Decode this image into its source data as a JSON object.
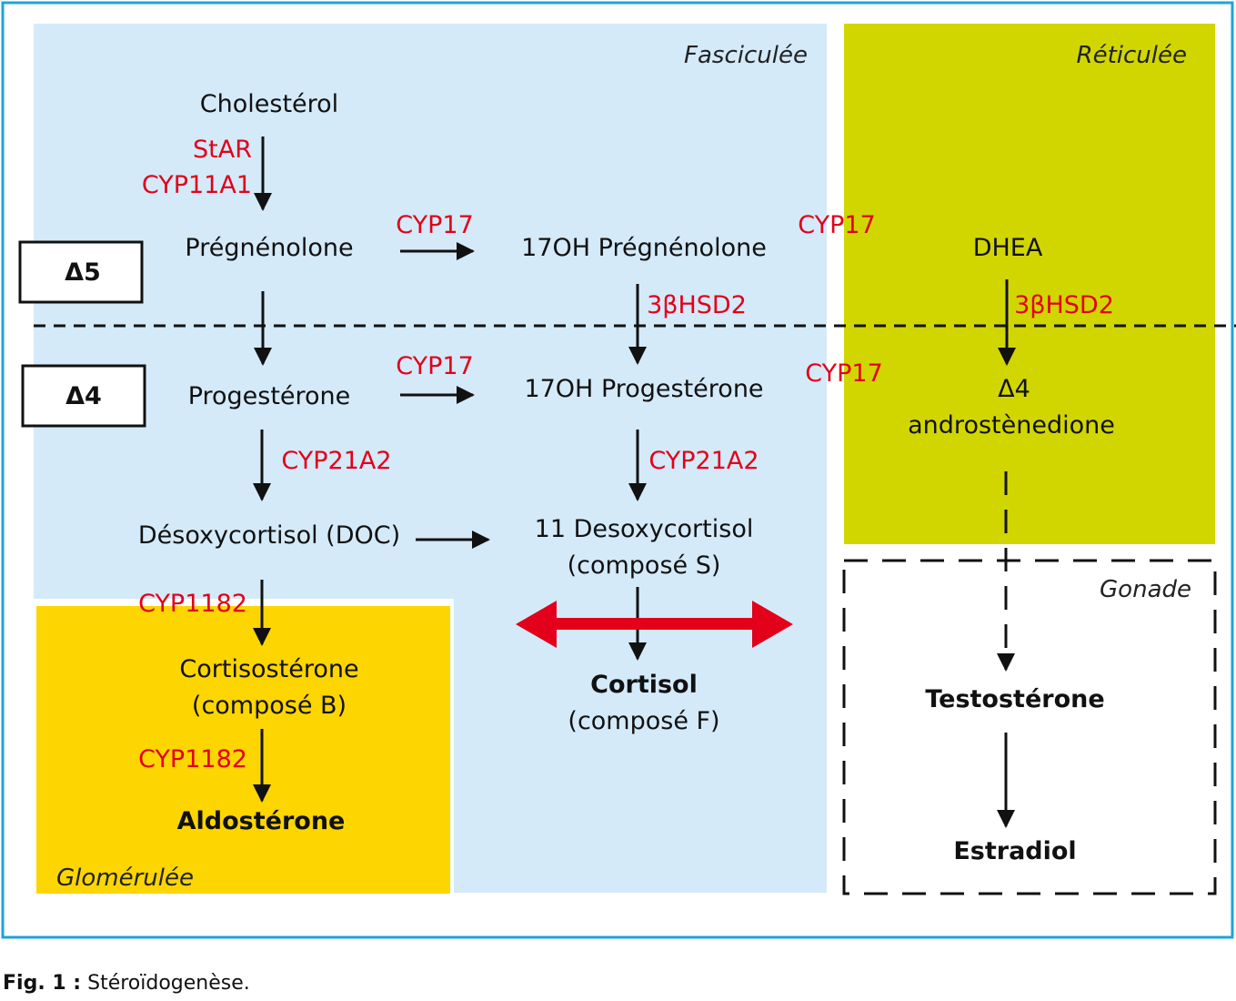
{
  "colors": {
    "frame": "#1ba4dd",
    "fasciculee": "#d4eaf9",
    "reticulee": "#d1d600",
    "glomerulee": "#fdd500",
    "enzyme": "#e2001a",
    "arrow": "#111111",
    "double_arrow": "#e2001a"
  },
  "zones": {
    "fasciculee": "Fasciculée",
    "reticulee": "Réticulée",
    "glomerulee": "Glomérulée",
    "gonade": "Gonade"
  },
  "levels": {
    "delta5": "Δ5",
    "delta4": "Δ4"
  },
  "molecules": {
    "cholesterol": "Cholestérol",
    "pregnenolone": "Prégnénolone",
    "oh17_pregnenolone": "17OH Prégnénolone",
    "dhea": "DHEA",
    "progesterone": "Progestérone",
    "oh17_progesterone": "17OH Progestérone",
    "androstenedione_line1": "Δ4",
    "androstenedione_line2": "androstènedione",
    "desoxycortisol_doc": "Désoxycortisol (DOC)",
    "desoxycortisol11_line1": "11 Desoxycortisol",
    "desoxycortisol11_line2": "(composé S)",
    "corticosterone_line1": "Cortisostérone",
    "corticosterone_line2": "(composé B)",
    "aldosterone": "Aldostérone",
    "cortisol_line1": "Cortisol",
    "cortisol_line2": "(composé F)",
    "testosterone": "Testostérone",
    "estradiol": "Estradiol"
  },
  "enzymes": {
    "star": "StAR",
    "cyp11a1": "CYP11A1",
    "cyp17_a": "CYP17",
    "cyp17_b": "CYP17",
    "cyp17_c": "CYP17",
    "cyp17_d": "CYP17",
    "hsd_a": "3βHSD2",
    "hsd_b": "3βHSD2",
    "cyp21a2_a": "CYP21A2",
    "cyp21a2_b": "CYP21A2",
    "cyp11b2_a": "CYP1182",
    "cyp11b2_b": "CYP1182"
  },
  "caption": {
    "label": "Fig. 1 :",
    "text": "Stéroïdogenèse."
  }
}
